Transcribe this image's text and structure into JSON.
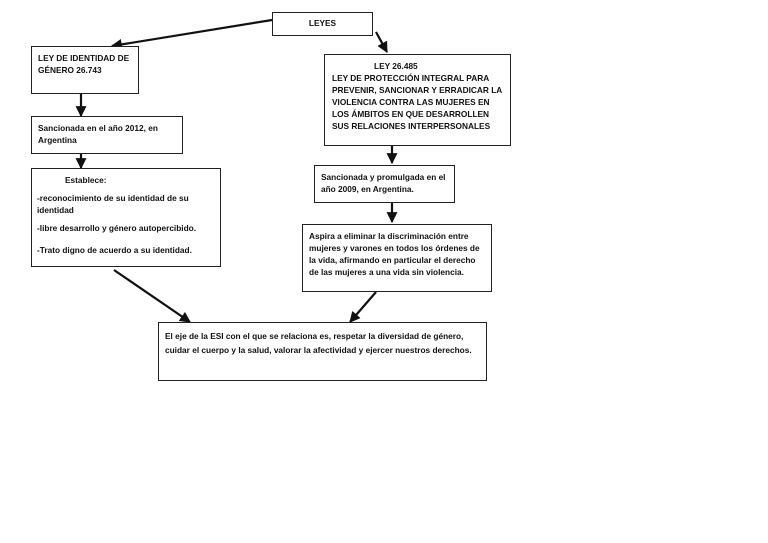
{
  "root": {
    "title": "LEYES"
  },
  "left": {
    "law_title": "LEY DE IDENTIDAD DE GÉNERO 26.743",
    "sanctioned": "Sancionada en el año 2012, en Argentina",
    "establishes": {
      "heading": "Establece:",
      "items": [
        "-reconocimiento de su identidad de su identidad",
        "-libre desarrollo y género autopercibido.",
        "-Trato digno de acuerdo a su identidad."
      ]
    }
  },
  "right": {
    "law_number": "LEY 26.485",
    "law_title": "LEY DE PROTECCIÓN INTEGRAL PARA PREVENIR, SANCIONAR Y ERRADICAR LA VIOLENCIA CONTRA LAS MUJERES EN LOS ÁMBITOS EN QUE DESARROLLEN SUS RELACIONES  INTERPERSONALES",
    "sanctioned": "Sancionada y promulgada  en el año 2009, en Argentina.",
    "aims": "Aspira a eliminar la discriminación entre mujeres y varones en todos los órdenes de la vida, afirmando en particular el derecho de las mujeres a una vida sin violencia."
  },
  "esi": {
    "text": "El eje de la ESI con el que se relaciona es, respetar la diversidad de género, cuidar el cuerpo y la salud, valorar la afectividad y ejercer nuestros derechos."
  },
  "colors": {
    "line": "#111111",
    "border": "#222222"
  }
}
